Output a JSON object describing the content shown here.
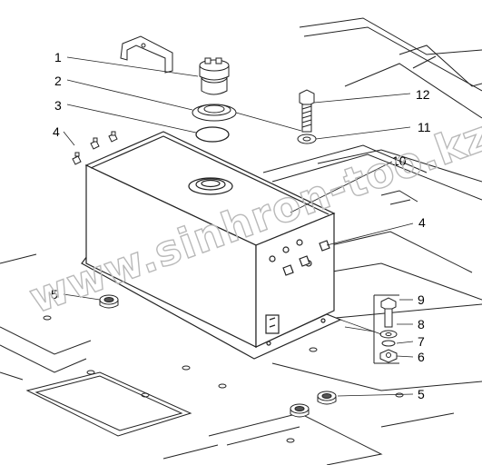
{
  "watermark": "www.sinhron-too.kz",
  "callouts": [
    {
      "id": "callout-1",
      "label": "1"
    },
    {
      "id": "callout-2",
      "label": "2"
    },
    {
      "id": "callout-3",
      "label": "3"
    },
    {
      "id": "callout-4-left",
      "label": "4"
    },
    {
      "id": "callout-12",
      "label": "12"
    },
    {
      "id": "callout-11",
      "label": "11"
    },
    {
      "id": "callout-10",
      "label": "10"
    },
    {
      "id": "callout-4-right",
      "label": "4"
    },
    {
      "id": "callout-5-left",
      "label": "5"
    },
    {
      "id": "callout-9",
      "label": "9"
    },
    {
      "id": "callout-8",
      "label": "8"
    },
    {
      "id": "callout-7",
      "label": "7"
    },
    {
      "id": "callout-6",
      "label": "6"
    },
    {
      "id": "callout-5-bottom",
      "label": "5"
    }
  ]
}
